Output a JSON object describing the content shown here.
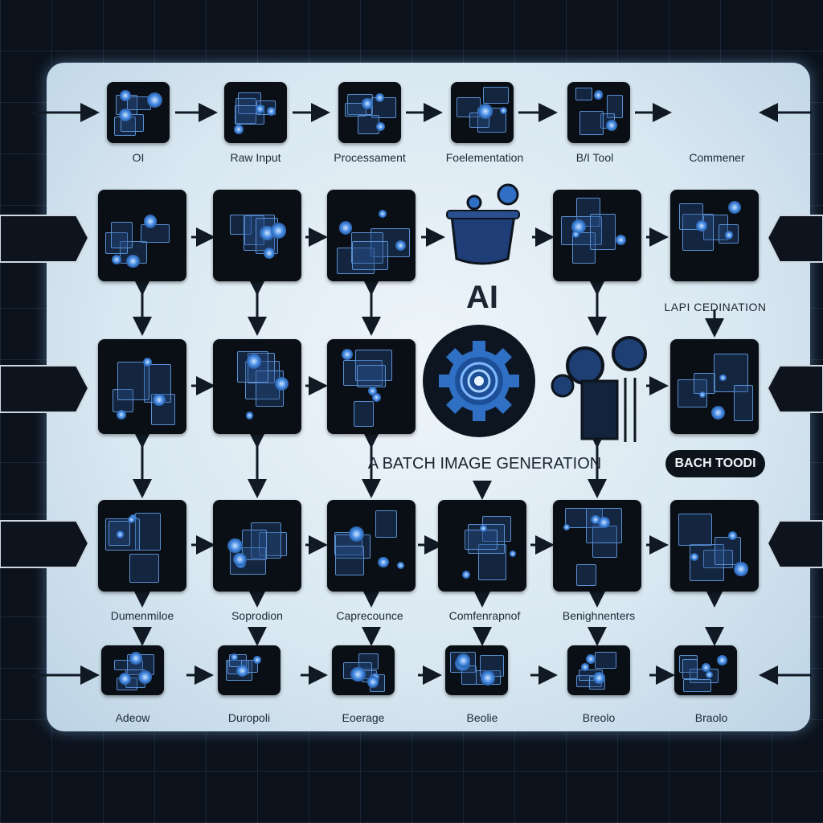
{
  "top_labels": [
    "OI",
    "Raw Input",
    "Processament",
    "Foelementation",
    "B/I Tool",
    "Commener"
  ],
  "center": {
    "ai_label": "AI",
    "batch_title": "A BATCH IMAGE GENERATION",
    "lapi_label": "LAPI CEDINATION",
    "batch_tool_button": "BACH TOODI"
  },
  "row4_labels": [
    "Dumenmiloe",
    "Soprodion",
    "Caprecounce",
    "Comfenrapnof",
    "Benighnenters"
  ],
  "bottom_labels": [
    "Adeow",
    "Duropoli",
    "Eoerage",
    "Beolie",
    "Breolo",
    "Braolo"
  ],
  "colors": {
    "background": "#0b121c",
    "panel": "#dbe8f2",
    "tile": "#0a0f16",
    "accent": "#3f85e0",
    "text": "#1d2a36"
  }
}
